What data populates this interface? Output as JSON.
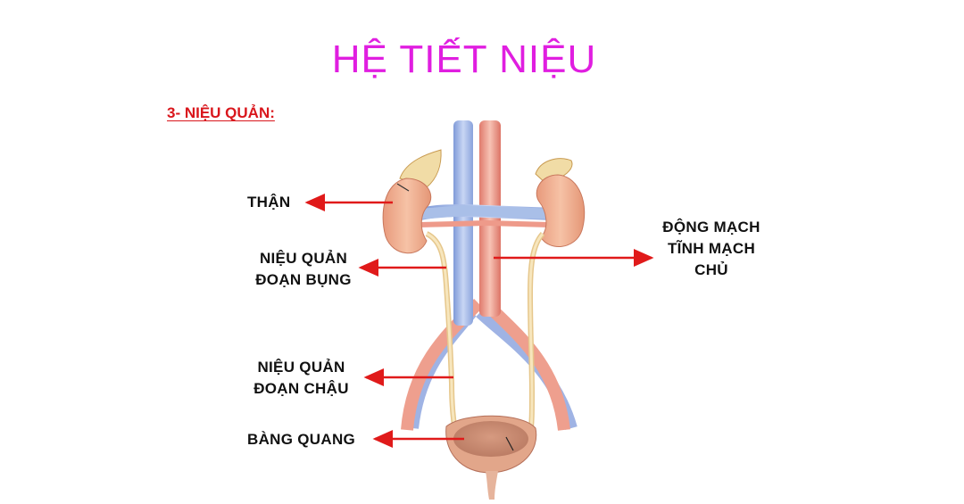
{
  "title": "HỆ TIẾT NIỆU",
  "section_heading": "3- NIỆU QUẢN:",
  "labels": {
    "kidney": "THẬN",
    "abdominal_ureter": [
      "NIỆU QUẢN",
      "ĐOẠN BỤNG"
    ],
    "great_vessels": [
      "ĐỘNG MẠCH",
      "TĨNH MẠCH",
      "CHỦ"
    ],
    "pelvic_ureter": [
      "NIỆU QUẢN",
      "ĐOẠN CHẬU"
    ],
    "bladder": "BÀNG QUANG"
  },
  "colors": {
    "title": "#e01ee0",
    "heading": "#d9161c",
    "arrow": "#e01a1a",
    "kidney": "#eeaa88",
    "artery": "#ee9a8a",
    "vein": "#a9bfe8",
    "ureter": "#f2dca8"
  }
}
